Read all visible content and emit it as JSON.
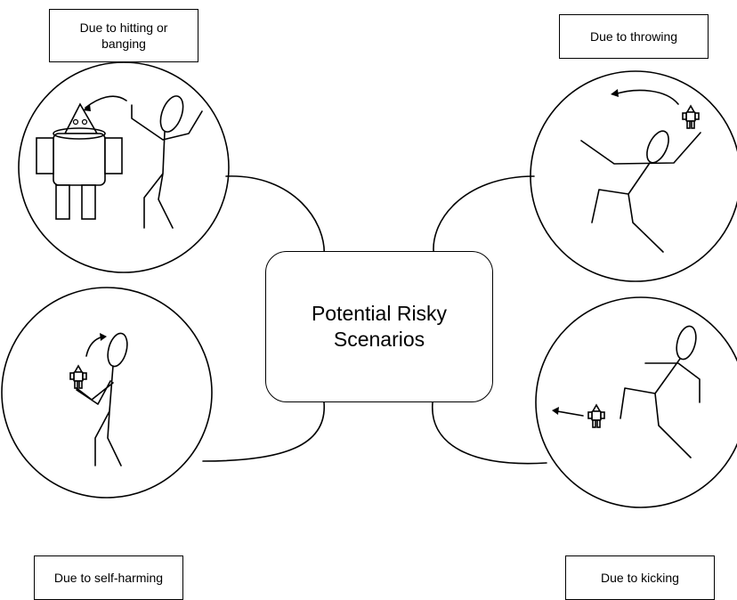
{
  "center": {
    "title_line1": "Potential Risky",
    "title_line2": "Scenarios"
  },
  "scenarios": [
    {
      "id": "hitting",
      "label_line1": "Due to hitting or",
      "label_line2": "banging"
    },
    {
      "id": "throwing",
      "label_line1": "Due to throwing",
      "label_line2": ""
    },
    {
      "id": "self_harming",
      "label_line1": "Due to self-harming",
      "label_line2": ""
    },
    {
      "id": "kicking",
      "label_line1": "Due to kicking",
      "label_line2": ""
    }
  ],
  "colors": {
    "stroke": "#000000",
    "background": "#ffffff"
  },
  "icons": [
    "stick-figure-icon",
    "robot-icon",
    "curved-arrow-icon",
    "straight-arrow-icon"
  ]
}
